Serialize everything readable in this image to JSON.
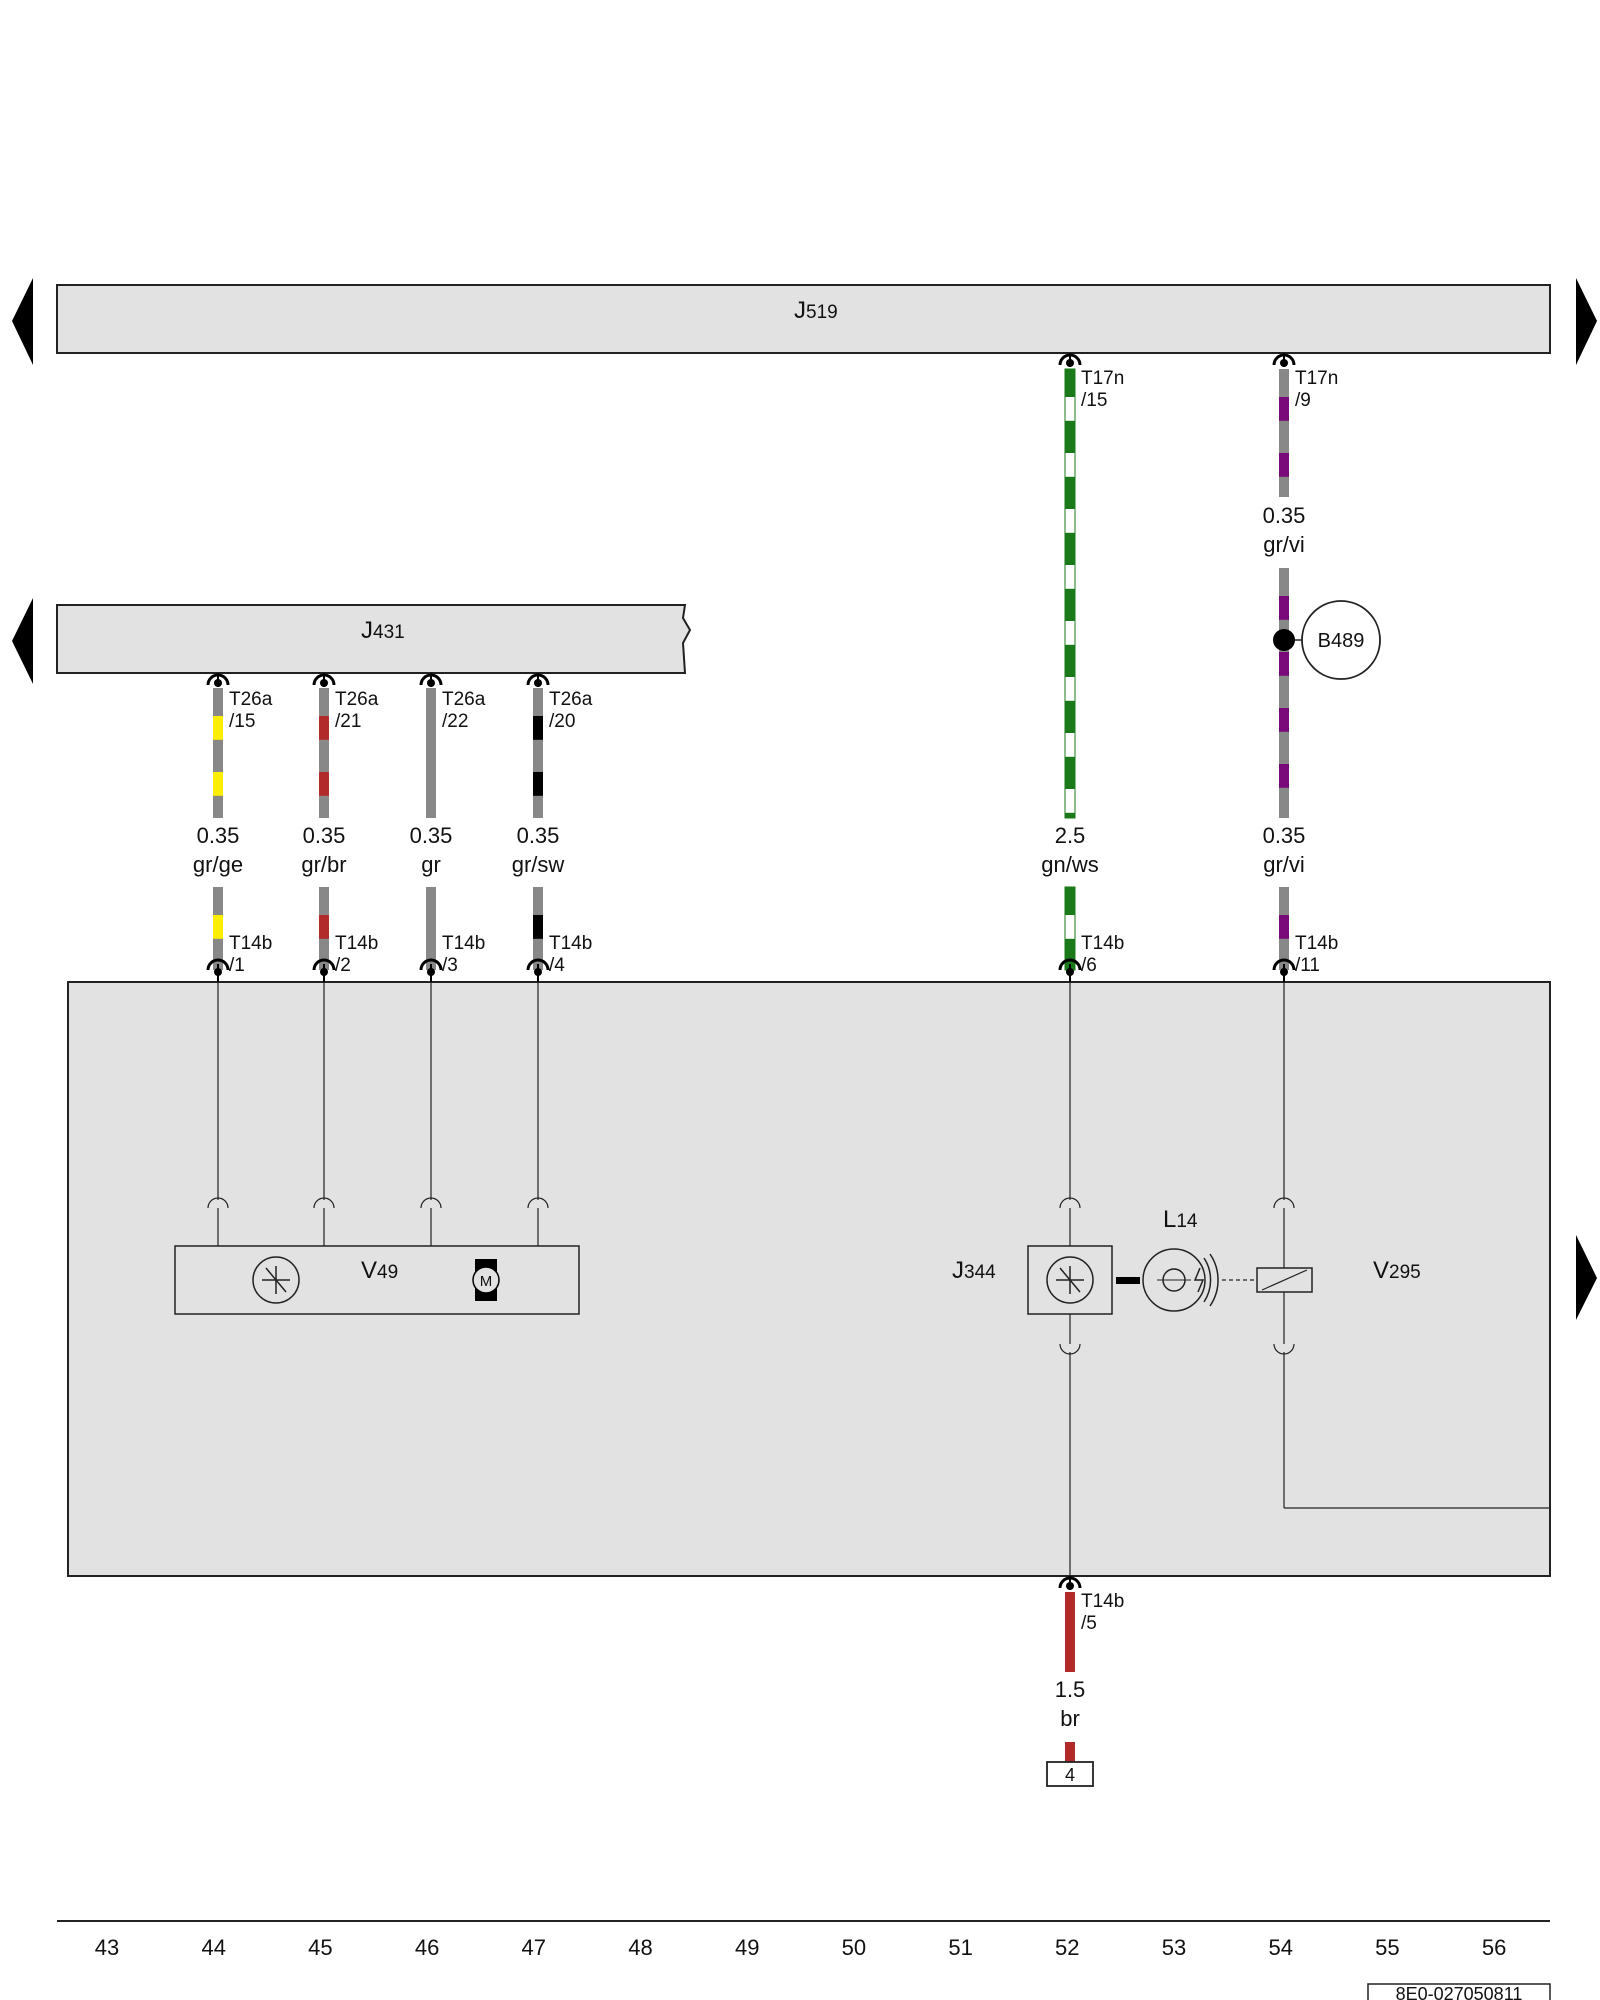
{
  "components": {
    "j519": {
      "letter": "J",
      "num": "519"
    },
    "j431": {
      "letter": "J",
      "num": "431"
    },
    "v49": {
      "letter": "V",
      "num": "49"
    },
    "j344": {
      "letter": "J",
      "num": "344"
    },
    "l14": {
      "letter": "L",
      "num": "14"
    },
    "v295": {
      "letter": "V",
      "num": "295"
    },
    "b489": "B489",
    "ground_ref": "4",
    "motor": "M"
  },
  "wires": [
    {
      "id": "w1",
      "conn_top": "T26a",
      "pin_top": "/15",
      "size": "0.35",
      "color_code": "gr/ge",
      "conn_bot": "T14b",
      "pin_bot": "/1",
      "base": "#888888",
      "stripe": "#ffee00"
    },
    {
      "id": "w2",
      "conn_top": "T26a",
      "pin_top": "/21",
      "size": "0.35",
      "color_code": "gr/br",
      "conn_bot": "T14b",
      "pin_bot": "/2",
      "base": "#888888",
      "stripe": "#b22a2a"
    },
    {
      "id": "w3",
      "conn_top": "T26a",
      "pin_top": "/22",
      "size": "0.35",
      "color_code": "gr",
      "conn_bot": "T14b",
      "pin_bot": "/3",
      "base": "#888888",
      "stripe": "#888888"
    },
    {
      "id": "w4",
      "conn_top": "T26a",
      "pin_top": "/20",
      "size": "0.35",
      "color_code": "gr/sw",
      "conn_bot": "T14b",
      "pin_bot": "/4",
      "base": "#888888",
      "stripe": "#000000"
    },
    {
      "id": "w5",
      "conn_top": "T17n",
      "pin_top": "/15",
      "size": "2.5",
      "color_code": "gn/ws",
      "conn_bot": "T14b",
      "pin_bot": "/6",
      "base": "#1a7a1a",
      "stripe": "#ffffff"
    },
    {
      "id": "w6",
      "conn_top": "T17n",
      "pin_top": "/9",
      "size": "0.35",
      "color_code": "gr/vi",
      "size_b": "0.35",
      "color_code_b": "gr/vi",
      "conn_bot": "T14b",
      "pin_bot": "/11",
      "base": "#888888",
      "stripe": "#7a0a7a"
    }
  ],
  "ground_wire": {
    "conn": "T14b",
    "pin": "/5",
    "size": "1.5",
    "color_code": "br",
    "color": "#b22a2a"
  },
  "columns": [
    "43",
    "44",
    "45",
    "46",
    "47",
    "48",
    "49",
    "50",
    "51",
    "52",
    "53",
    "54",
    "55",
    "56"
  ],
  "doc_id": "8E0-027050811"
}
